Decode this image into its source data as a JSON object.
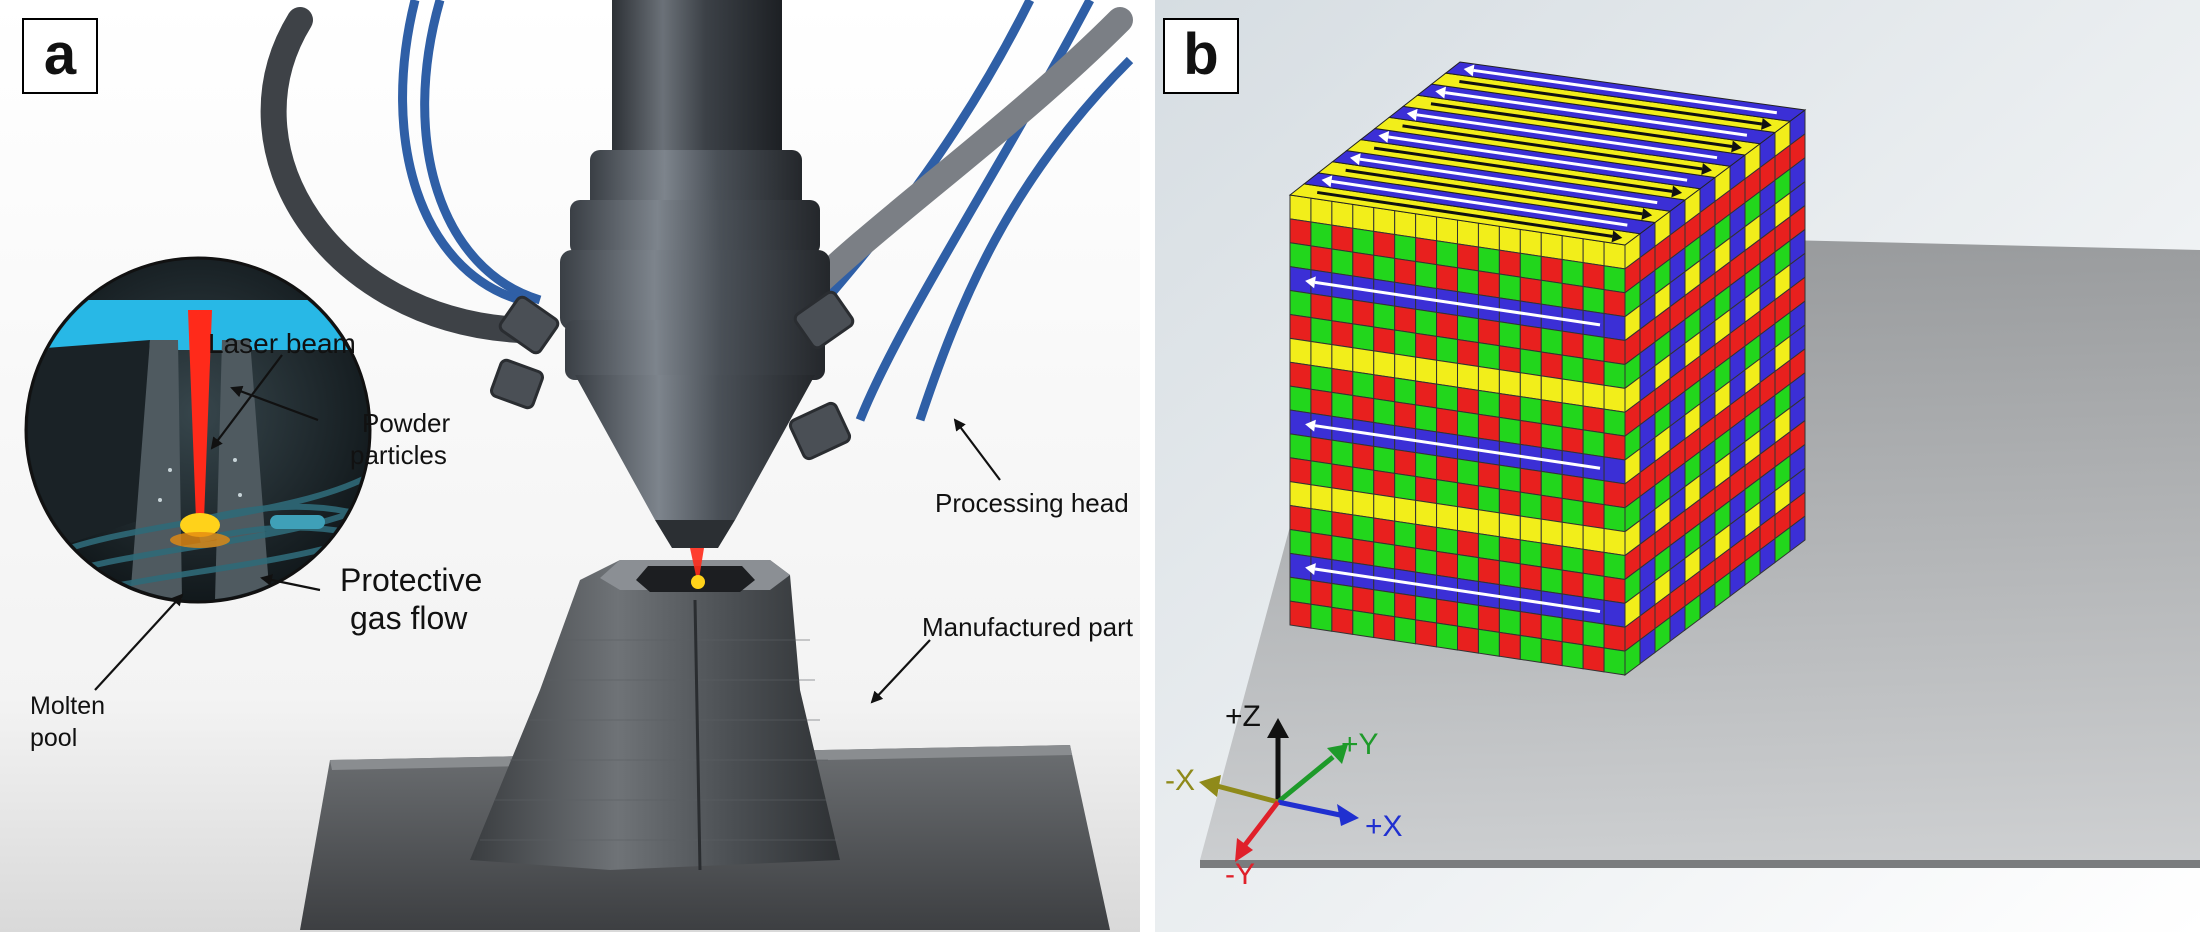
{
  "panel_a": {
    "letter": "a",
    "labels": {
      "laser_beam": "Laser beam",
      "powder_particles_1": "Powder",
      "powder_particles_2": "particles",
      "protective_gas_1": "Protective",
      "protective_gas_2": "gas flow",
      "molten_pool_1": "Molten",
      "molten_pool_2": "pool",
      "processing_head": "Processing head",
      "manufactured_part": "Manufactured part"
    }
  },
  "panel_b": {
    "letter": "b",
    "axes": {
      "plus_z": "+Z",
      "plus_y": "+Y",
      "minus_x": "-X",
      "plus_x": "+X",
      "minus_y": "-Y"
    },
    "layer_colors": {
      "top_primary": "#f2ee1a",
      "top_secondary": "#3b2fd6",
      "side_red": "#e8201e",
      "side_green": "#22d61c",
      "side_blue": "#3b2fd6",
      "side_yellow": "#f2ee1a"
    },
    "axis_colors": {
      "z": "#111111",
      "y": "#1e9a2a",
      "minus_x": "#8f8a1a",
      "x": "#2030d0",
      "minus_y": "#e0202a"
    }
  }
}
